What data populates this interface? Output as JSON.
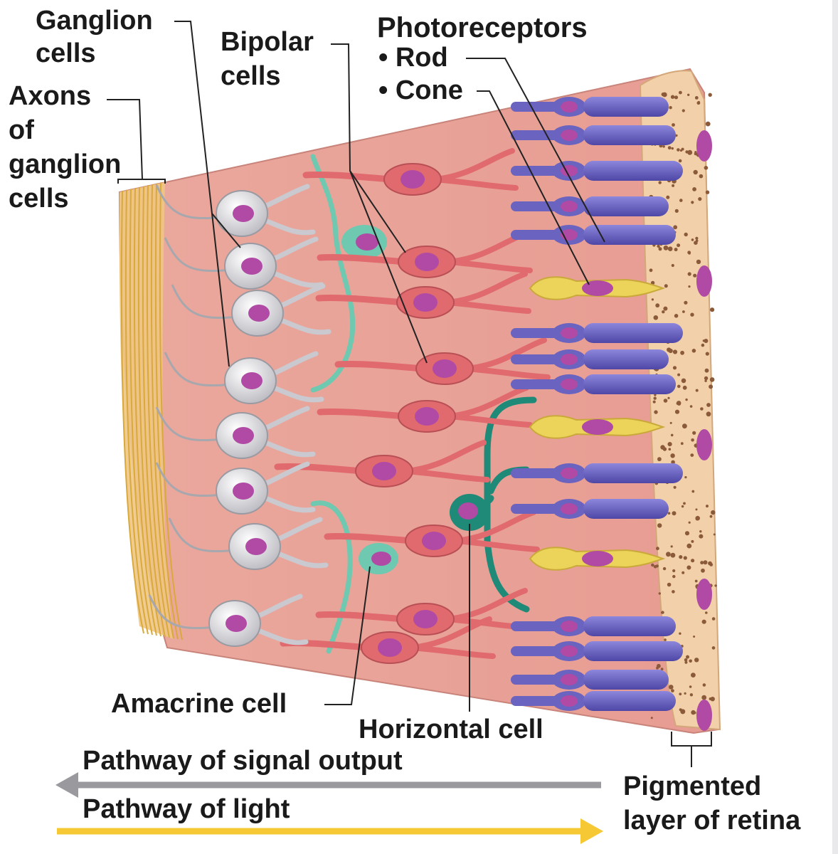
{
  "labels": {
    "ganglion_line1": "Ganglion",
    "ganglion_line2": "cells",
    "bipolar_line1": "Bipolar",
    "bipolar_line2": "cells",
    "photoreceptors": "Photoreceptors",
    "rod": "• Rod",
    "cone": "• Cone",
    "axons_line1": "Axons",
    "axons_line2": "of",
    "axons_line3": "ganglion",
    "axons_line4": "cells",
    "amacrine": "Amacrine cell",
    "horizontal": "Horizontal cell",
    "pathway_output": "Pathway of signal output",
    "pathway_light": "Pathway of light",
    "pigmented_line1": "Pigmented",
    "pigmented_line2": "layer of retina"
  },
  "colors": {
    "tissue": "#e9a49a",
    "fiber": "#d9a93a",
    "ganglion": "#e6e6ea",
    "bipolar": "#e06a6e",
    "nucleus": "#b04aa4",
    "rod": "#6a63c0",
    "cone": "#ecd35a",
    "horizontal": "#1f8a78",
    "amacrine": "#6ec9b0",
    "pigment": "#f1d0aa",
    "output_arrow": "#9a9a9e",
    "light_arrow": "#f6c934"
  }
}
